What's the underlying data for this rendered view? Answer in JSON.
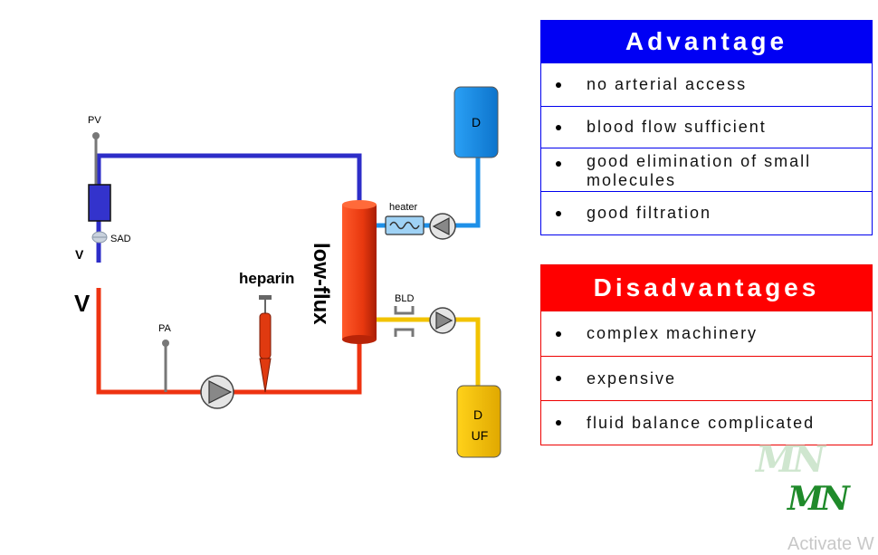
{
  "diagram": {
    "labels": {
      "pv": "PV",
      "sad": "SAD",
      "v_small": "V",
      "v_large": "V",
      "pa": "PA",
      "heparin": "heparin",
      "filter": "low-flux",
      "heater": "heater",
      "bld": "BLD",
      "dialysate": "D",
      "waste_d": "D",
      "waste_uf": "UF"
    },
    "colors": {
      "venous_line": "#2d2dc8",
      "arterial_line": "#ee3311",
      "dialysate_line": "#1e90e8",
      "effluent_line": "#f2c300",
      "filter": "#e83a10",
      "dialysate_tank": "#1e8ee8",
      "waste_tank": "#f5c400"
    },
    "icons": [
      "pressure-sensor-icon",
      "air-detector-icon",
      "pump-icon",
      "syringe-icon",
      "heater-icon",
      "blood-leak-detector-icon"
    ]
  },
  "advantages": {
    "title": "Advantage",
    "items": [
      "no arterial access",
      "blood flow sufficient",
      "good elimination of small molecules",
      "good filtration"
    ]
  },
  "disadvantages": {
    "title": "Disadvantages",
    "items": [
      "complex machinery",
      "expensive",
      "fluid balance complicated"
    ]
  },
  "watermark": {
    "line1": "MN",
    "line2": "MN"
  },
  "system_overlay": "Activate W"
}
